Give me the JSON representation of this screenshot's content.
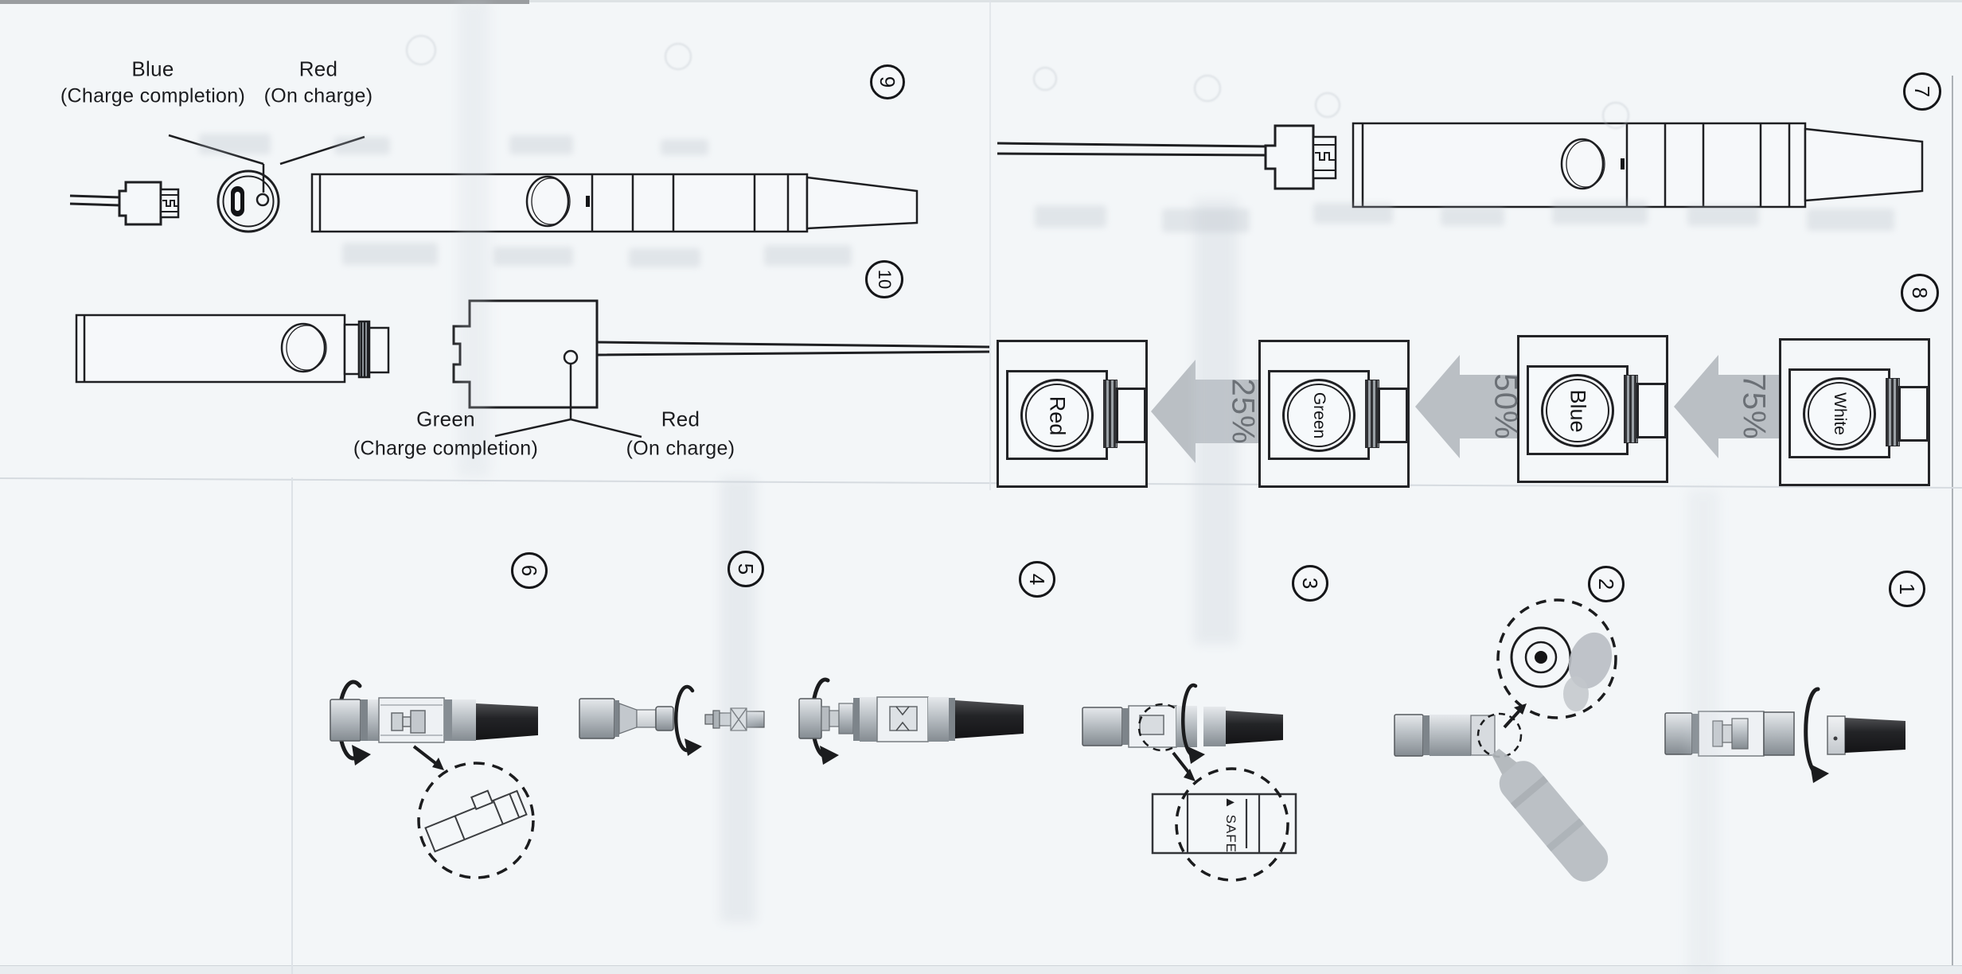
{
  "colors": {
    "paper": "#f3f6f8",
    "ink": "#1f2023",
    "arrow_gray": "#adb2b8"
  },
  "labels": {
    "front_blue": "Blue",
    "front_blue_sub": "(Charge completion)",
    "front_red": "Red",
    "front_red_sub": "(On charge)",
    "pen_green": "Green",
    "pen_green_sub": "(Charge completion)",
    "pen_red": "Red",
    "pen_red_sub": "(On charge)",
    "safety": "▲ SAFE"
  },
  "steps": {
    "n1": "1",
    "n2": "2",
    "n3": "3",
    "n4": "4",
    "n5": "5",
    "n6": "6",
    "n7": "7",
    "n8": "8",
    "n9": "9",
    "n10": "10"
  },
  "battery_indicators": {
    "items": [
      {
        "label": "Red"
      },
      {
        "label": "Green"
      },
      {
        "label": "Blue"
      },
      {
        "label": "White"
      }
    ],
    "percents": [
      {
        "value": "25%"
      },
      {
        "value": "50%"
      },
      {
        "value": "75%"
      }
    ]
  }
}
